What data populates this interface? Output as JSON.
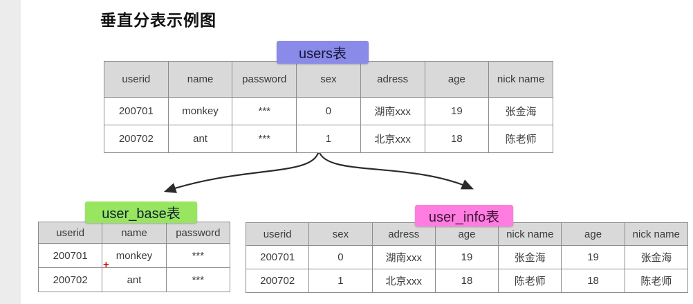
{
  "page": {
    "title": "垂直分表示例图"
  },
  "users_table": {
    "label": "users表",
    "headers": [
      "userid",
      "name",
      "password",
      "sex",
      "adress",
      "age",
      "nick name"
    ],
    "rows": [
      [
        "200701",
        "monkey",
        "***",
        "0",
        "湖南xxx",
        "19",
        "张金海"
      ],
      [
        "200702",
        "ant",
        "***",
        "1",
        "北京xxx",
        "18",
        "陈老师"
      ]
    ]
  },
  "user_base_table": {
    "label": "user_base表",
    "headers": [
      "userid",
      "name",
      "password"
    ],
    "rows": [
      [
        "200701",
        "monkey",
        "***"
      ],
      [
        "200702",
        "ant",
        "***"
      ]
    ],
    "plus_marker": "+"
  },
  "user_info_table": {
    "label": "user_info表",
    "headers": [
      "userid",
      "sex",
      "adress",
      "age",
      "nick name",
      "age",
      "nick name"
    ],
    "rows": [
      [
        "200701",
        "0",
        "湖南xxx",
        "19",
        "张金海",
        "19",
        "张金海"
      ],
      [
        "200702",
        "1",
        "北京xxx",
        "18",
        "陈老师",
        "18",
        "陈老师"
      ]
    ]
  },
  "colors": {
    "users_badge": "#8a8ae8",
    "user_base_badge": "#98e55f",
    "user_info_badge": "#ff7ce0",
    "header_bg": "#d9d9d9",
    "border": "#8c8c8c",
    "plus_marker": "#e20000"
  }
}
